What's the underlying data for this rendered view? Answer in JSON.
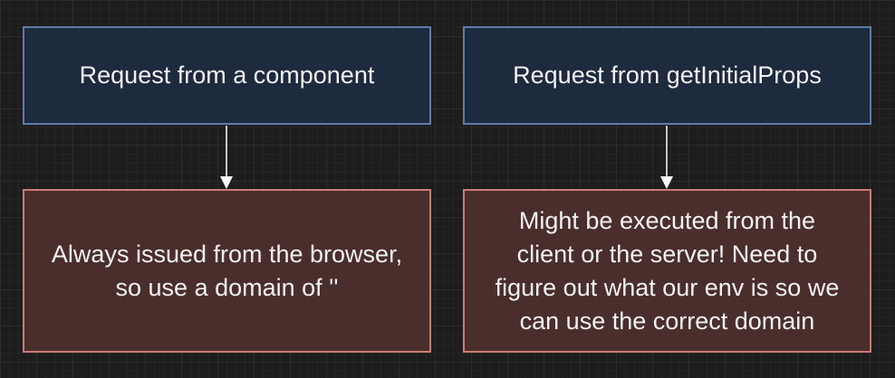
{
  "diagram": {
    "nodes": {
      "request_component": {
        "text": "Request from a component"
      },
      "request_getinitialprops": {
        "text": "Request from getInitialProps"
      },
      "browser_note": {
        "text": "Always issued from the browser,\nso use a domain of ''"
      },
      "server_note": {
        "text": "Might be executed from the\nclient or the server!  Need to\nfigure out what our env is so we\ncan use the correct domain"
      }
    },
    "edges": [
      {
        "from": "request_component",
        "to": "browser_note"
      },
      {
        "from": "request_getinitialprops",
        "to": "server_note"
      }
    ],
    "colors": {
      "background": "#1d1d1d",
      "request_fill": "#1e2a3d",
      "request_border": "#5f7ba6",
      "result_fill": "#4a2e2b",
      "result_border": "#c77c74",
      "text": "#f2f2f2",
      "arrow": "#ffffff"
    }
  }
}
